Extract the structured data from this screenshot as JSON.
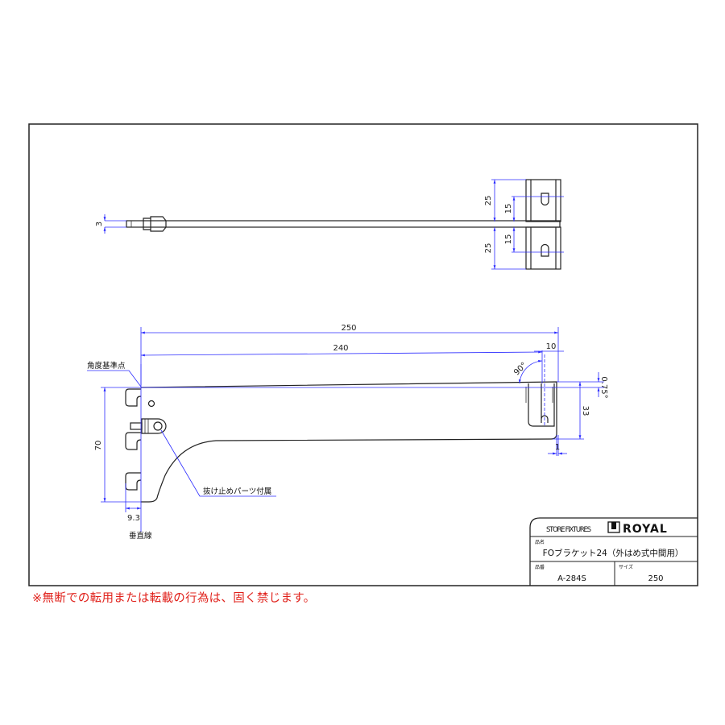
{
  "drawing": {
    "top_view": {
      "dim_rod": "3",
      "dim_upper_plate": "25",
      "dim_upper_slot": "15",
      "dim_lower_slot": "15",
      "dim_lower_plate": "25"
    },
    "side_view": {
      "dim_overall": "250",
      "dim_inner": "240",
      "dim_offset": "10",
      "dim_angle": "90°",
      "dim_tilt": "0.75°",
      "dim_height_right": "33",
      "dim_thickness": "1",
      "dim_height_left": "70",
      "dim_hook": "9.3",
      "label_angle_reference": "角度基準点",
      "label_stopper_part": "抜け止めパーツ付属",
      "label_vertical_line": "垂直線"
    }
  },
  "title_block": {
    "category": "STORE FIXTURES",
    "brand": "ROYAL",
    "product_name_label": "品名",
    "product_name": "FOブラケット24（外はめ式中間用）",
    "part_number_label": "品番",
    "part_number": "A-284S",
    "size_label": "サイズ",
    "size": "250"
  },
  "notice": "※無断での転用または転載の行為は、固く禁じます。",
  "colors": {
    "dimension": "#2b2bff",
    "notice": "#e0201a",
    "line": "#222222"
  }
}
